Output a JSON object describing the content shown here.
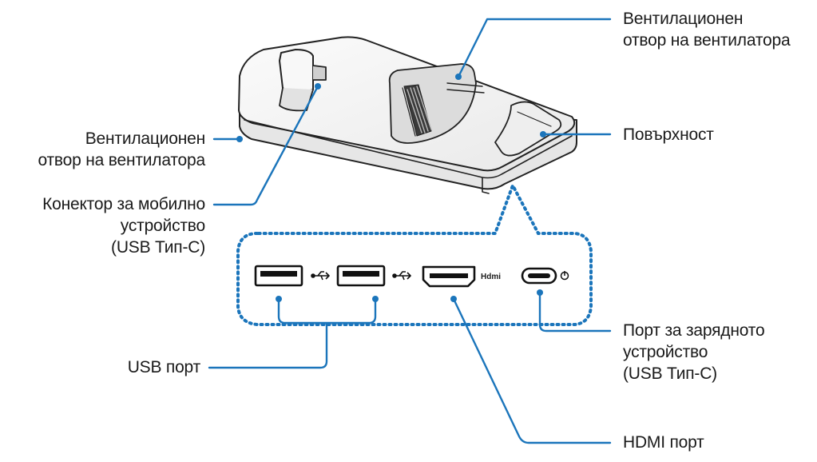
{
  "labels": {
    "vent_top": [
      "Вентилационен",
      "отвор на вентилатора"
    ],
    "vent_left": [
      "Вентилационен",
      "отвор на вентилатора"
    ],
    "surface": "Повърхност",
    "connector": [
      "Конектор за мобилно",
      "устройство",
      "(USB Тип-С)"
    ],
    "usb_port": "USB порт",
    "charger_port": [
      "Порт за зарядното",
      "устройство",
      "(USB Тип-С)"
    ],
    "hdmi_port": "HDMI порт"
  },
  "port_marks": {
    "hdmi_logo": "Hdmi"
  },
  "colors": {
    "leader_line": "#1b75bb",
    "dotted_outline": "#1b75bb",
    "device_outline": "#222222",
    "device_fill": "#f4f4f4"
  },
  "icons": {
    "usb_symbol": "usb-icon",
    "power_symbol": "power-icon"
  }
}
